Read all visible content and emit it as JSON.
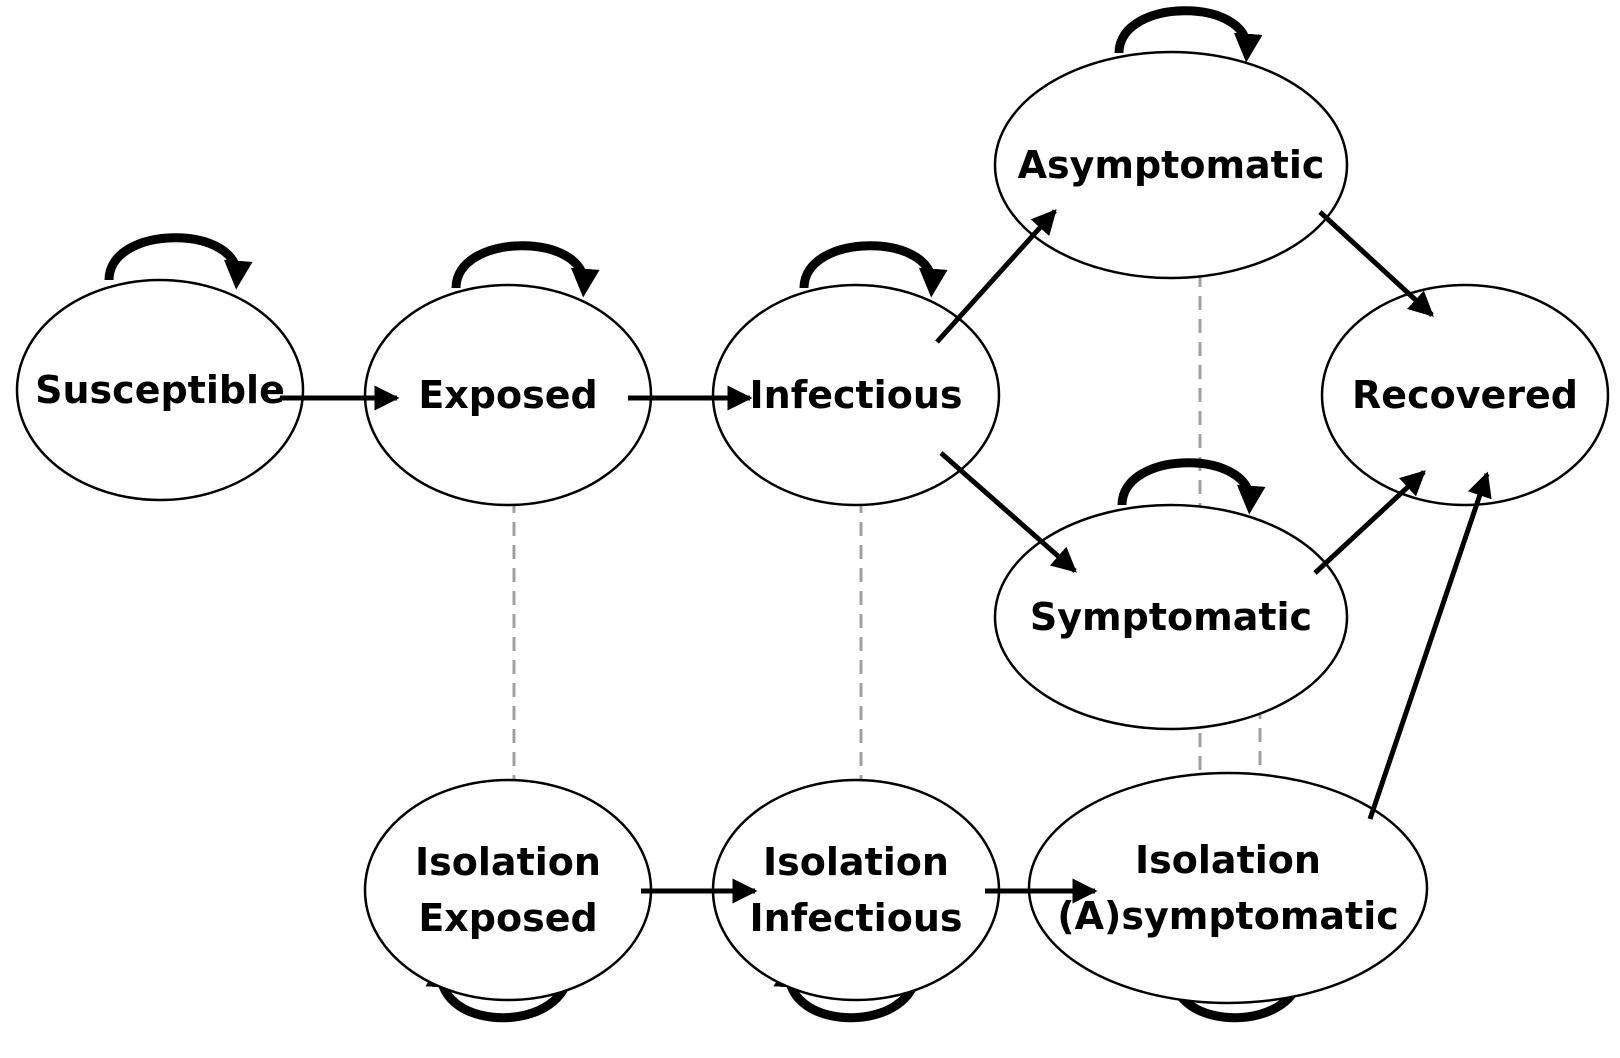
{
  "nodes": {
    "susceptible": {
      "lines": [
        "Susceptible"
      ]
    },
    "exposed": {
      "lines": [
        "Exposed"
      ]
    },
    "infectious": {
      "lines": [
        "Infectious"
      ]
    },
    "asymptomatic": {
      "lines": [
        "Asymptomatic"
      ]
    },
    "symptomatic": {
      "lines": [
        "Symptomatic"
      ]
    },
    "recovered": {
      "lines": [
        "Recovered"
      ]
    },
    "isolation_exposed": {
      "lines": [
        "Isolation",
        "Exposed"
      ]
    },
    "isolation_infectious": {
      "lines": [
        "Isolation",
        "Infectious"
      ]
    },
    "isolation_asymptomatic": {
      "lines": [
        "Isolation",
        "(A)symptomatic"
      ]
    }
  },
  "edges": [
    {
      "from": "susceptible",
      "to": "exposed",
      "style": "solid"
    },
    {
      "from": "exposed",
      "to": "infectious",
      "style": "solid"
    },
    {
      "from": "infectious",
      "to": "asymptomatic",
      "style": "solid"
    },
    {
      "from": "infectious",
      "to": "symptomatic",
      "style": "solid"
    },
    {
      "from": "asymptomatic",
      "to": "recovered",
      "style": "solid"
    },
    {
      "from": "symptomatic",
      "to": "recovered",
      "style": "solid"
    },
    {
      "from": "isolation_asymptomatic",
      "to": "recovered",
      "style": "solid"
    },
    {
      "from": "isolation_exposed",
      "to": "isolation_infectious",
      "style": "solid"
    },
    {
      "from": "isolation_infectious",
      "to": "isolation_asymptomatic",
      "style": "solid"
    },
    {
      "from": "exposed",
      "to": "isolation_exposed",
      "style": "dashed"
    },
    {
      "from": "infectious",
      "to": "isolation_infectious",
      "style": "dashed"
    },
    {
      "from": "asymptomatic",
      "to": "isolation_asymptomatic",
      "style": "dashed"
    },
    {
      "from": "symptomatic",
      "to": "isolation_asymptomatic",
      "style": "dashed"
    }
  ],
  "self_loops": [
    "susceptible",
    "exposed",
    "infectious",
    "asymptomatic",
    "symptomatic",
    "isolation_exposed",
    "isolation_infectious",
    "isolation_asymptomatic"
  ],
  "colors": {
    "solid": "#000000",
    "dashed": "#a0a0a0",
    "node_fill": "#ffffff"
  }
}
